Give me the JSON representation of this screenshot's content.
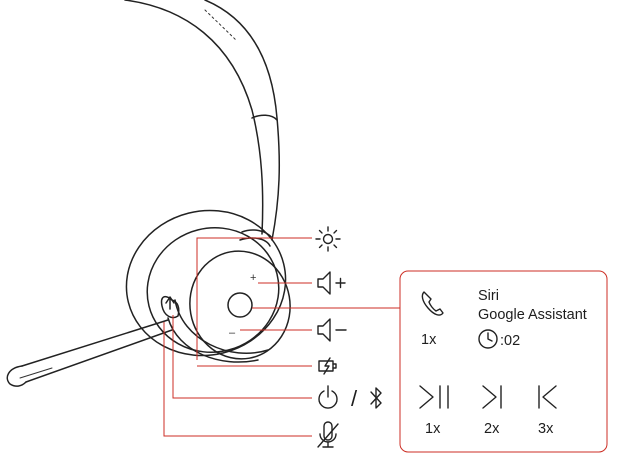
{
  "headset": {
    "plus_mark": "+",
    "minus_mark": "–"
  },
  "controls": {
    "light_icon": "sun-icon",
    "volume_up_icon": "volume-up-icon",
    "volume_down_icon": "volume-down-icon",
    "battery_icon": "battery-charging-icon",
    "power_icon": "power-icon",
    "separator": "/",
    "bluetooth_icon": "bluetooth-icon",
    "mute_icon": "microphone-muted-icon"
  },
  "call_panel": {
    "phone_icon": "phone-icon",
    "phone_press": "1x",
    "assistant_line1": "Siri",
    "assistant_line2": "Google Assistant",
    "timer_icon": "clock-icon",
    "assistant_hold": ":02",
    "play_pause_icon": "play-pause-icon",
    "play_pause_press": "1x",
    "next_track_icon": "next-track-icon",
    "next_track_press": "2x",
    "prev_track_icon": "previous-track-icon",
    "prev_track_press": "3x"
  },
  "colors": {
    "callout": "#cc2e24",
    "drawing": "#222222"
  }
}
